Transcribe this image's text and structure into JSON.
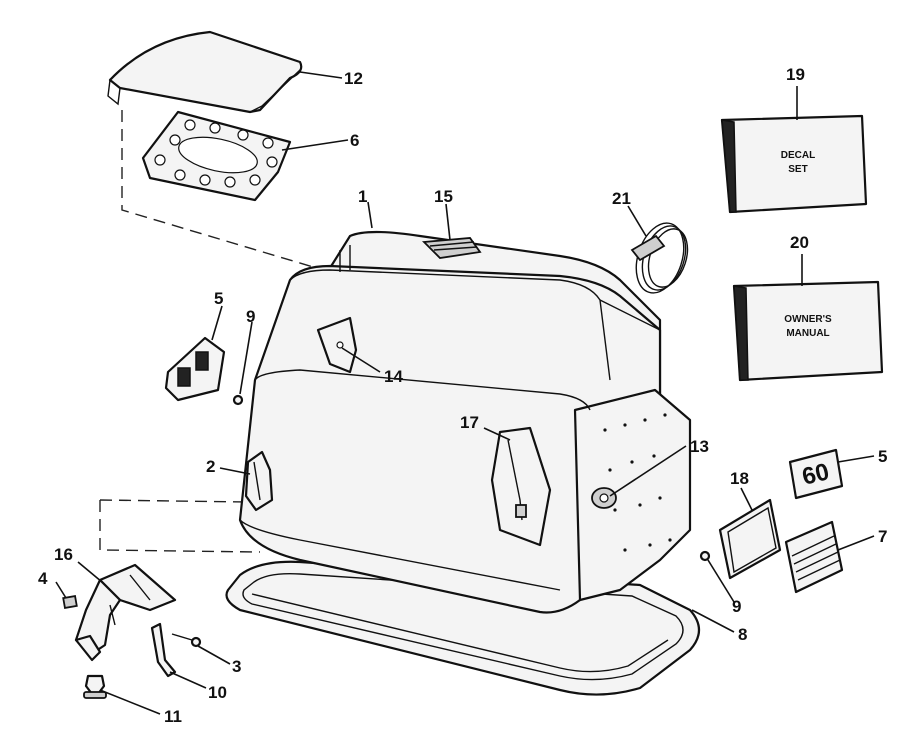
{
  "callouts": [
    {
      "id": "c1",
      "text": "1"
    },
    {
      "id": "c2",
      "text": "2"
    },
    {
      "id": "c3",
      "text": "3"
    },
    {
      "id": "c4",
      "text": "4"
    },
    {
      "id": "c5a",
      "text": "5"
    },
    {
      "id": "c5b",
      "text": "5"
    },
    {
      "id": "c6",
      "text": "6"
    },
    {
      "id": "c7",
      "text": "7"
    },
    {
      "id": "c8",
      "text": "8"
    },
    {
      "id": "c9a",
      "text": "9"
    },
    {
      "id": "c9b",
      "text": "9"
    },
    {
      "id": "c10",
      "text": "10"
    },
    {
      "id": "c11",
      "text": "11"
    },
    {
      "id": "c12",
      "text": "12"
    },
    {
      "id": "c13",
      "text": "13"
    },
    {
      "id": "c14",
      "text": "14"
    },
    {
      "id": "c15",
      "text": "15"
    },
    {
      "id": "c16",
      "text": "16"
    },
    {
      "id": "c17",
      "text": "17"
    },
    {
      "id": "c18",
      "text": "18"
    },
    {
      "id": "c19",
      "text": "19"
    },
    {
      "id": "c20",
      "text": "20"
    },
    {
      "id": "c21",
      "text": "21"
    }
  ],
  "boxes": {
    "decal_set": {
      "line1": "DECAL",
      "line2": "SET"
    },
    "owners_manual": {
      "line1": "OWNER'S",
      "line2": "MANUAL"
    }
  },
  "decal_60": "60"
}
